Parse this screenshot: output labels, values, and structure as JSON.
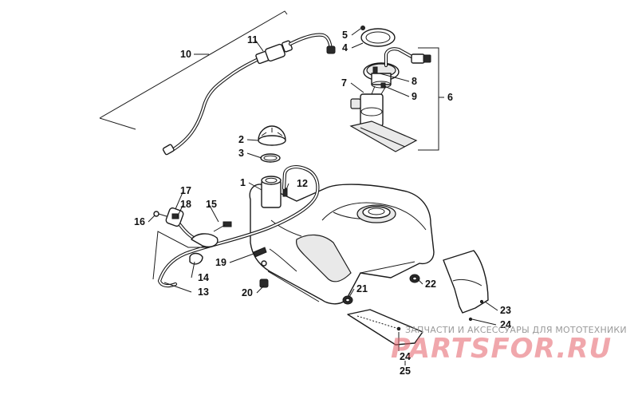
{
  "callouts": [
    {
      "id": "c1",
      "text": "1"
    },
    {
      "id": "c2",
      "text": "2"
    },
    {
      "id": "c3",
      "text": "3"
    },
    {
      "id": "c4",
      "text": "4"
    },
    {
      "id": "c5",
      "text": "5"
    },
    {
      "id": "c6",
      "text": "6"
    },
    {
      "id": "c7",
      "text": "7"
    },
    {
      "id": "c8",
      "text": "8"
    },
    {
      "id": "c9",
      "text": "9"
    },
    {
      "id": "c10",
      "text": "10"
    },
    {
      "id": "c11",
      "text": "11"
    },
    {
      "id": "c12",
      "text": "12"
    },
    {
      "id": "c13",
      "text": "13"
    },
    {
      "id": "c14",
      "text": "14"
    },
    {
      "id": "c15",
      "text": "15"
    },
    {
      "id": "c16",
      "text": "16"
    },
    {
      "id": "c17",
      "text": "17"
    },
    {
      "id": "c18",
      "text": "18"
    },
    {
      "id": "c19",
      "text": "19"
    },
    {
      "id": "c20",
      "text": "20"
    },
    {
      "id": "c21",
      "text": "21"
    },
    {
      "id": "c22",
      "text": "22"
    },
    {
      "id": "c23",
      "text": "23"
    },
    {
      "id": "c24a",
      "text": "24"
    },
    {
      "id": "c24b",
      "text": "24"
    },
    {
      "id": "c25",
      "text": "25"
    }
  ],
  "watermark": {
    "caption": "ЗАПЧАСТИ И АКСЕССУАРЫ ДЛЯ МОТОТЕХНИКИ",
    "logo_text": "PARTSFOR.RU",
    "color": "#e4616a"
  }
}
